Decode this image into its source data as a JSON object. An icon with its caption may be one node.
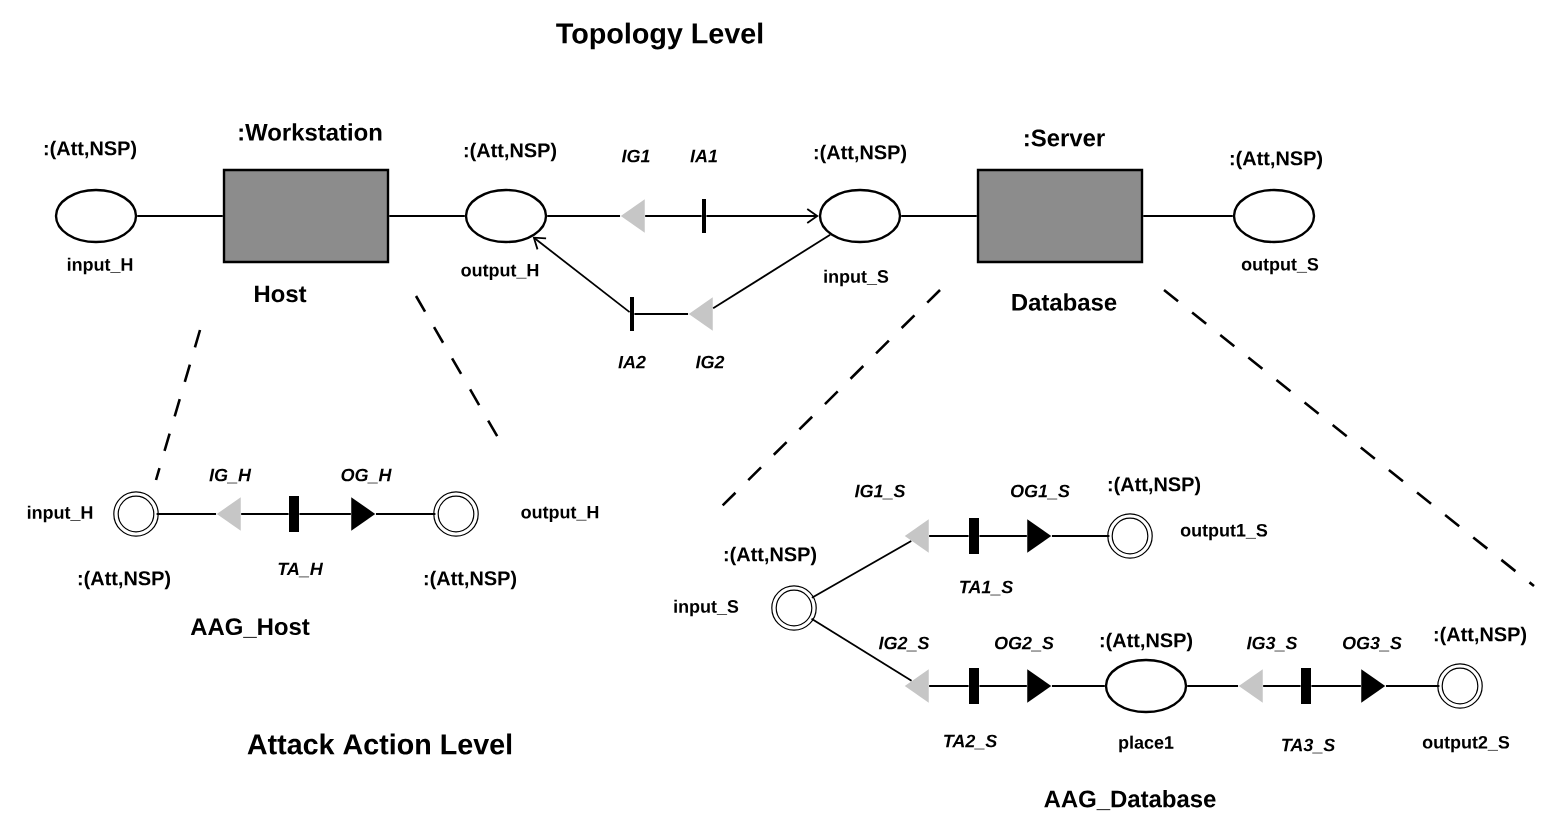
{
  "diagram": {
    "title": "Topology Level",
    "nodes": [
      {
        "text": [
          "input_H"
        ],
        "beside": [
          ":(Att,NSP)"
        ]
      },
      {
        "text": [],
        "shape": "box",
        "beside": [
          ":Workstation",
          "Host"
        ]
      },
      {
        "text": [
          "output_H"
        ],
        "beside": [
          ":(Att,NSP)"
        ]
      },
      {
        "text": [
          "IG1"
        ]
      },
      {
        "text": [
          "IA1"
        ]
      },
      {
        "text": [
          "input_S"
        ],
        "beside": [
          ":(Att,NSP)"
        ]
      },
      {
        "text": [],
        "shape": "box",
        "beside": [
          ":Server",
          "Database"
        ]
      },
      {
        "text": [
          "output_S"
        ],
        "beside": [
          ":(Att,NSP)"
        ]
      },
      {
        "text": [
          "IG2"
        ]
      },
      {
        "text": [
          "IA2"
        ]
      },
      {
        "text": [
          "input_H"
        ],
        "beside": [
          ":(Att,NSP)"
        ]
      },
      {
        "text": [
          "IG_H"
        ]
      },
      {
        "text": [
          "TA_H"
        ]
      },
      {
        "text": [
          "OG_H"
        ]
      },
      {
        "text": [
          "output_H"
        ],
        "beside": [
          ":(Att,NSP)"
        ]
      },
      {
        "text": [
          "input_S"
        ],
        "beside": [
          ":(Att,NSP)"
        ]
      },
      {
        "text": [
          "IG1_S"
        ]
      },
      {
        "text": [
          "TA1_S"
        ]
      },
      {
        "text": [
          "OG1_S"
        ]
      },
      {
        "text": [
          "output1_S"
        ],
        "beside": [
          ":(Att,NSP)"
        ]
      },
      {
        "text": [
          "IG2_S"
        ]
      },
      {
        "text": [
          "TA2_S"
        ]
      },
      {
        "text": [
          "OG2_S"
        ]
      },
      {
        "text": [
          "place1"
        ],
        "beside": [
          ":(Att,NSP)"
        ]
      },
      {
        "text": [
          "IG3_S"
        ]
      },
      {
        "text": [
          "TA3_S"
        ]
      },
      {
        "text": [
          "OG3_S"
        ]
      },
      {
        "text": [
          "output2_S"
        ],
        "beside": [
          ":(Att,NSP)"
        ]
      }
    ],
    "edges": [
      {
        "from": 0,
        "to": 1,
        "arrow": "none"
      },
      {
        "from": 1,
        "to": 2,
        "arrow": "none"
      },
      {
        "from": 2,
        "to": 3,
        "arrow": "none"
      },
      {
        "from": 3,
        "to": 4,
        "arrow": "none"
      },
      {
        "from": 4,
        "to": 5,
        "arrow": "to"
      },
      {
        "from": 5,
        "to": 6,
        "arrow": "none"
      },
      {
        "from": 6,
        "to": 7,
        "arrow": "none"
      },
      {
        "from": 5,
        "to": 8,
        "arrow": "none"
      },
      {
        "from": 8,
        "to": 9,
        "arrow": "none"
      },
      {
        "from": 9,
        "to": 2,
        "arrow": "to"
      },
      {
        "from": 10,
        "to": 11,
        "arrow": "none"
      },
      {
        "from": 11,
        "to": 12,
        "arrow": "none"
      },
      {
        "from": 12,
        "to": 13,
        "arrow": "none"
      },
      {
        "from": 13,
        "to": 14,
        "arrow": "none"
      },
      {
        "from": 15,
        "to": 16,
        "arrow": "none"
      },
      {
        "from": 16,
        "to": 17,
        "arrow": "none"
      },
      {
        "from": 17,
        "to": 18,
        "arrow": "none"
      },
      {
        "from": 18,
        "to": 19,
        "arrow": "none"
      },
      {
        "from": 15,
        "to": 20,
        "arrow": "none"
      },
      {
        "from": 20,
        "to": 21,
        "arrow": "none"
      },
      {
        "from": 21,
        "to": 22,
        "arrow": "none"
      },
      {
        "from": 22,
        "to": 23,
        "arrow": "none"
      },
      {
        "from": 23,
        "to": 24,
        "arrow": "none"
      },
      {
        "from": 24,
        "to": 25,
        "arrow": "none"
      },
      {
        "from": 25,
        "to": 26,
        "arrow": "none"
      },
      {
        "from": 26,
        "to": 27,
        "arrow": "none"
      }
    ],
    "labels": [
      "AAG_Host",
      "Attack Action Level",
      "AAG_Database"
    ]
  }
}
